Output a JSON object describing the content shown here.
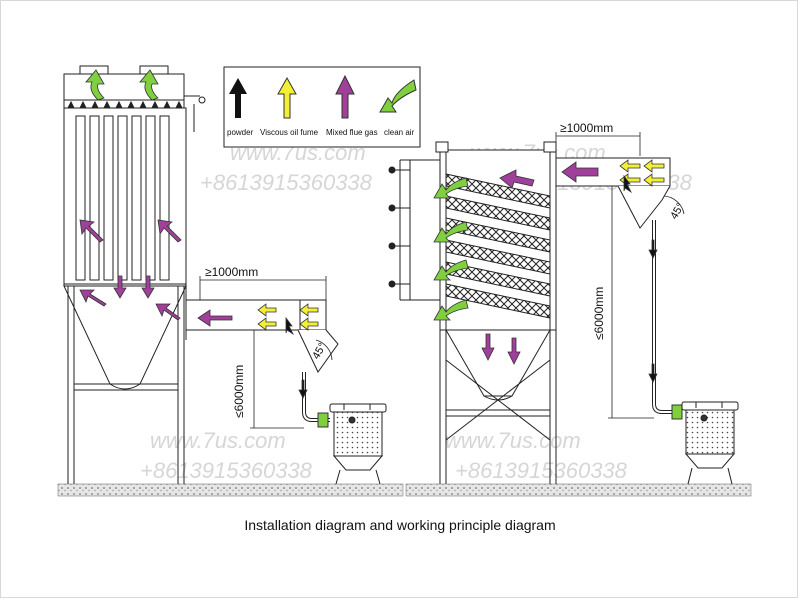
{
  "legend": {
    "items": [
      {
        "label": "powder",
        "color": "#111111"
      },
      {
        "label": "Viscous oil fume",
        "color": "#f3ef35"
      },
      {
        "label": "Mixed flue gas",
        "color": "#a0409a"
      },
      {
        "label": "clean air",
        "color": "#7fcf3f"
      }
    ]
  },
  "dimensions": {
    "left_horizontal": "≥1000mm",
    "left_vertical": "≤6000mm",
    "left_angle": "45°",
    "right_horizontal": "≥1000mm",
    "right_vertical": "≤6000mm",
    "right_angle": "45°"
  },
  "watermark": {
    "site": "www.7us.com",
    "phone": "+8613915360338"
  },
  "caption": "Installation diagram and working principle diagram"
}
